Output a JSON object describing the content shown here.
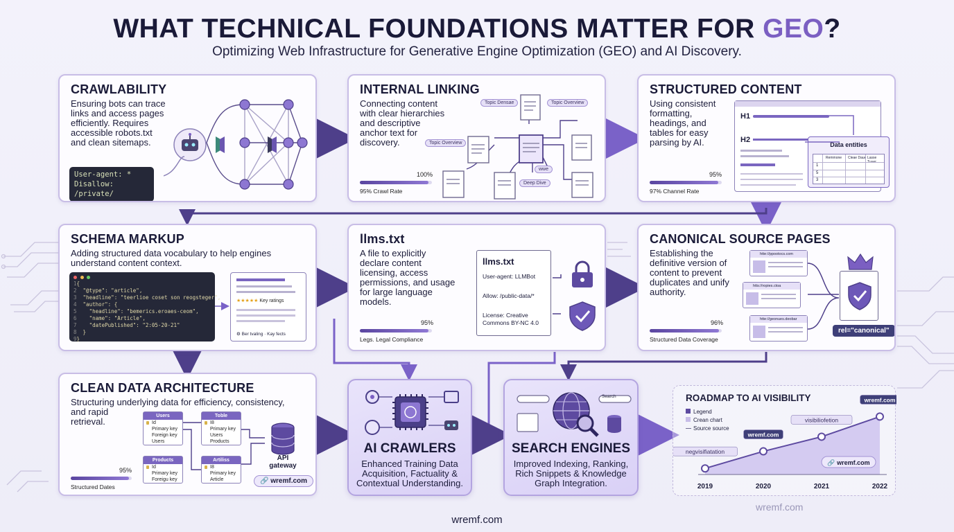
{
  "header": {
    "title_main": "WHAT TECHNICAL FOUNDATIONS MATTER FOR ",
    "title_accent": "GEO",
    "title_end": "?",
    "subtitle": "Optimizing Web Infrastructure for Generative Engine Optimization (GEO) and AI Discovery."
  },
  "colors": {
    "accent": "#7b5fc2",
    "dark": "#1a1a38",
    "arrow": "#4e3f8a",
    "card_border": "#c8bde6"
  },
  "cards": {
    "crawlability": {
      "title": "CRAWLABILITY",
      "desc": [
        "Ensuring bots can trace",
        "links and access pages",
        "efficiently. Requires",
        "accessible robots.txt",
        "and clean sitemaps."
      ],
      "code": [
        "User-agent: *",
        "Disallow: /private/"
      ],
      "icon": "robot-icon"
    },
    "internal_linking": {
      "title": "INTERNAL LINKING",
      "desc": [
        "Connecting content",
        "with clear hierarchies",
        "and descriptive",
        "anchor text for",
        "discovery."
      ],
      "pct": "100%",
      "bar_label": "95% Crawl Rate",
      "bar_fill": 0.95,
      "pills": [
        "Topic Densae",
        "Topic Overview",
        "Topic Overview",
        "Deep Dive",
        "wwe"
      ]
    },
    "structured_content": {
      "title": "STRUCTURED CONTENT",
      "desc": [
        "Using consistent",
        "formatting,",
        "headings, and",
        "tables for easy",
        "parsing by AI."
      ],
      "pct": "95%",
      "bar_label": "97% Channel Rate",
      "bar_fill": 0.95,
      "h1": "H1",
      "h2": "H2",
      "table_title": "Data entities",
      "table_headers": [
        "Remmone",
        "Cleae Daue",
        "Lasse Tuuer"
      ],
      "table_rows": [
        "1",
        "5",
        "3"
      ]
    },
    "schema_markup": {
      "title": "SCHEMA MARKUP",
      "desc": [
        "Adding structured data vocabulary to help engines",
        "understand content context."
      ],
      "code": [
        "{",
        "  \"@type\": \"article\",",
        "  \"headline\": \"teerlioe coset son reogsteger\",",
        "  \"author\": {",
        "    \"headline\": \"bemerics.eroaes-ceom\",",
        "    \"name\": \"Article\",",
        "    \"datePublished\": \"2:05-20-21\"",
        "  }",
        "}"
      ],
      "line_numbers": [
        "1",
        "2",
        "3",
        "4",
        "5",
        "6",
        "7",
        "8",
        "9"
      ],
      "ratings_label": "Key ratings",
      "footer_left": "Ber tvaling",
      "footer_right": "Kay fects",
      "stars": "★★★★★"
    },
    "llms": {
      "title": "llms.txt",
      "desc": [
        "A file to explicitly",
        "declare content",
        "licensing, access",
        "permissions, and usage",
        "for large language",
        "models."
      ],
      "pct": "95%",
      "bar_label": "Legs. Legal Compliance",
      "bar_fill": 0.95,
      "file_title": "llms.txt",
      "file_lines": [
        "User-agent: LLMBot",
        "Allow: /public-data/*",
        "License: Creative",
        "Commons BY-NC 4.0"
      ]
    },
    "canonical": {
      "title": "CANONICAL SOURCE PAGES",
      "desc": [
        "Establishing the",
        "definitive version of",
        "content to prevent",
        "duplicates and unify",
        "authority."
      ],
      "pct": "96%",
      "bar_label": "Structured Data Coverage",
      "bar_fill": 0.96,
      "tag": "rel=\"canonical\"",
      "url_labels": [
        "htte://ppootocs.com",
        "htts://ropies.ctoa",
        "htte://geonues.deobar"
      ]
    },
    "clean_data": {
      "title": "CLEAN DATA ARCHITECTURE",
      "desc": [
        "Structuring underlying data for efficiency, consistency,",
        "and rapid",
        "retrieval."
      ],
      "pct": "95%",
      "bar_label": "Structured Dates",
      "bar_fill": 0.95,
      "tables": [
        {
          "name": "Users",
          "rows": [
            "Id",
            "Primary key",
            "Foreign key",
            "Users"
          ]
        },
        {
          "name": "Toble",
          "rows": [
            "I8",
            "Primary key",
            "Users",
            "Products"
          ]
        },
        {
          "name": "Products",
          "rows": [
            "Id",
            "Primary key",
            "Foreigu key"
          ]
        },
        {
          "name": "Artiliss",
          "rows": [
            "I8",
            "Primary key",
            "Article"
          ]
        }
      ],
      "db_label_1": "API",
      "db_label_2": "gateway",
      "link_label": "wremf.com"
    }
  },
  "outcomes": {
    "ai_crawlers": {
      "title": "AI CRAWLERS",
      "desc": [
        "Enhanced Training Data",
        "Acquisition, Factuality &",
        "Contextual Understanding."
      ]
    },
    "search_engines": {
      "title": "SEARCH ENGINES",
      "desc": [
        "Improved Indexing, Ranking,",
        "Rich Snippets & Knowledge",
        "Graph Integration."
      ],
      "search_placeholder": "Search"
    }
  },
  "roadmap": {
    "title": "ROADMAP TO AI VISIBILITY",
    "legend": [
      "Legend",
      "Crean chart",
      "Source source"
    ],
    "years": [
      "2019",
      "2020",
      "2021",
      "2022"
    ],
    "point_labels": [
      "negvisifiatation",
      "wremf.com",
      "visibiliofetion",
      "wremf.com"
    ],
    "link_label": "wremf.com",
    "watermark": "wremf.com",
    "values": [
      0.1,
      0.38,
      0.62,
      0.95
    ]
  },
  "footer": {
    "text": "wremf.com"
  }
}
